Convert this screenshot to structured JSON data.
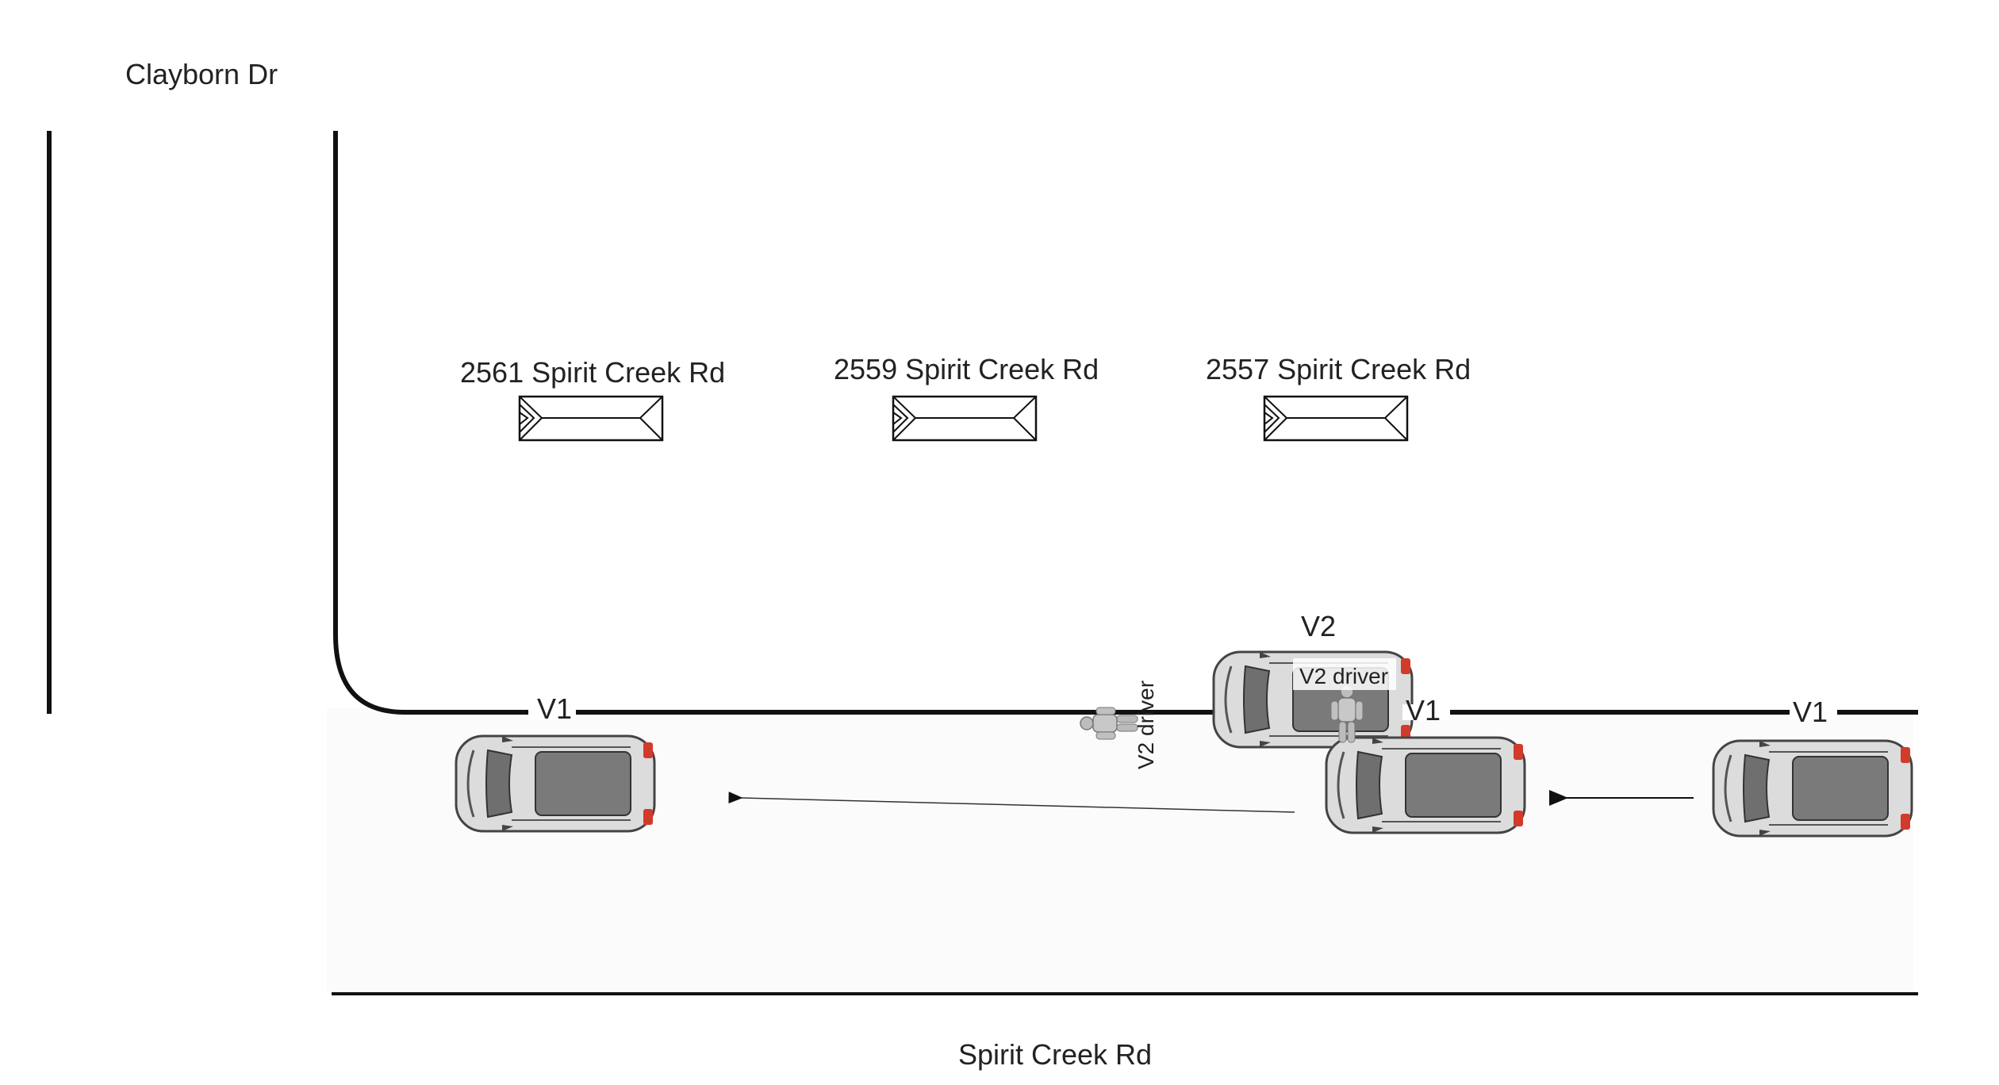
{
  "streets": {
    "cross_street": "Clayborn Dr",
    "main_street": "Spirit Creek Rd"
  },
  "houses": [
    {
      "address": "2561 Spirit Creek Rd"
    },
    {
      "address": "2559 Spirit Creek Rd"
    },
    {
      "address": "2557 Spirit Creek Rd"
    }
  ],
  "vehicles": {
    "v1_label": "V1",
    "v2_label": "V2"
  },
  "persons": {
    "v2_driver_label": "V2 driver"
  },
  "colors": {
    "line": "#111111",
    "road_tint": "#fafafa",
    "car_body": "#d8d8d8",
    "car_roof": "#7a7a7a",
    "tail_light": "#d23a2a",
    "person": "#b8b8b8"
  }
}
